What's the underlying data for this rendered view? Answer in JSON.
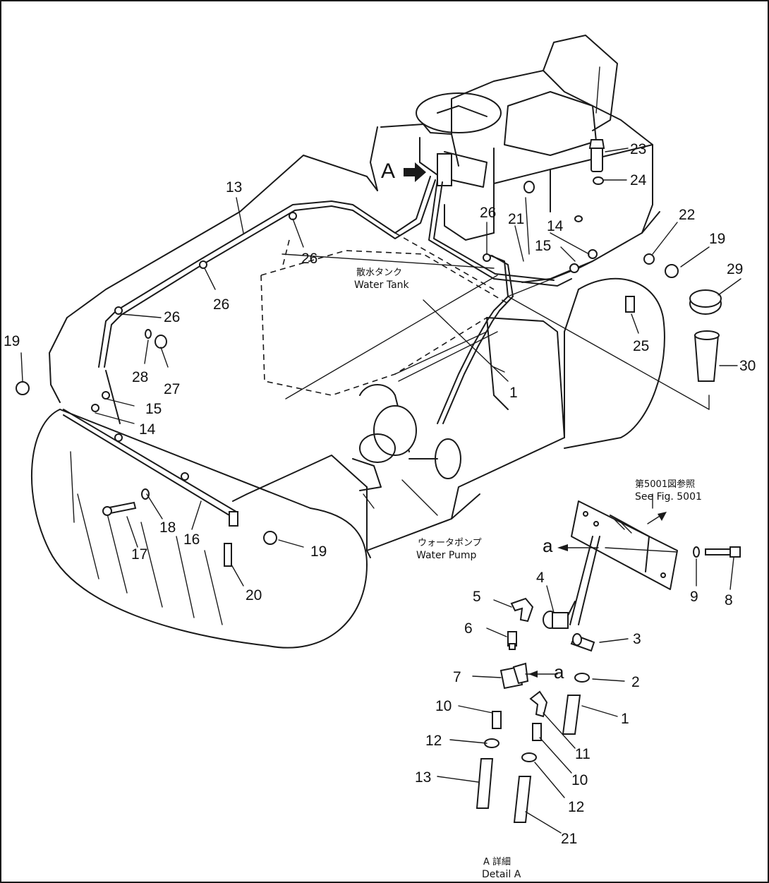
{
  "callouts": {
    "n1a": "1",
    "n1b": "1",
    "n2": "2",
    "n3": "3",
    "n4": "4",
    "n5": "5",
    "n6": "6",
    "n7": "7",
    "n8": "8",
    "n9": "9",
    "n10a": "10",
    "n10b": "10",
    "n11": "11",
    "n12a": "12",
    "n12b": "12",
    "n13a": "13",
    "n13b": "13",
    "n14a": "14",
    "n14b": "14",
    "n15a": "15",
    "n15b": "15",
    "n16": "16",
    "n17": "17",
    "n18": "18",
    "n19a": "19",
    "n19b": "19",
    "n19c": "19",
    "n20": "20",
    "n21a": "21",
    "n21b": "21",
    "n22": "22",
    "n23": "23",
    "n24": "24",
    "n25": "25",
    "n26a": "26",
    "n26b": "26",
    "n26c": "26",
    "n26d": "26",
    "n27": "27",
    "n28": "28",
    "n29": "29",
    "n30": "30"
  },
  "labels": {
    "view_arrow": "A",
    "ref_a1": "a",
    "ref_a2": "a",
    "water_tank_jp": "散水タンク",
    "water_tank_en": "Water Tank",
    "water_pump_jp": "ウォータポンプ",
    "water_pump_en": "Water Pump",
    "see_fig_jp": "第5001図参照",
    "see_fig_en": "See Fig. 5001",
    "detail_jp": "A 詳細",
    "detail_en": "Detail A"
  }
}
